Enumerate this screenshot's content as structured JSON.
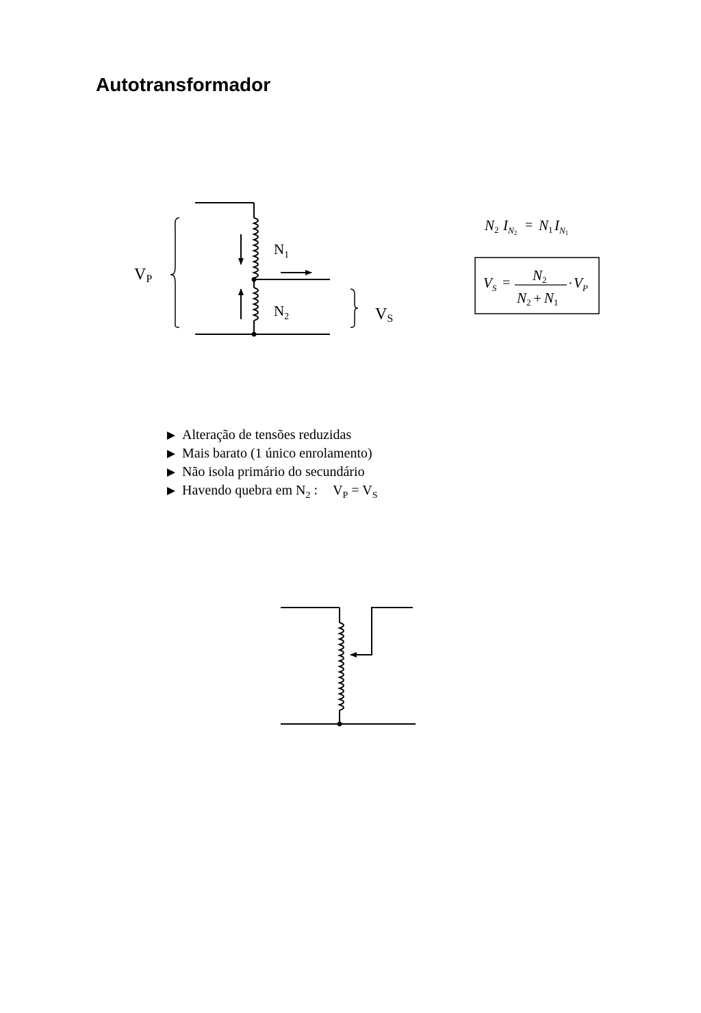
{
  "title": "Autotransformador",
  "diagram1": {
    "labels": {
      "n1": "N",
      "n1_sub": "1",
      "n2": "N",
      "n2_sub": "2",
      "vp": "V",
      "vp_sub": "P",
      "vs": "V",
      "vs_sub": "S"
    }
  },
  "equations": {
    "current": {
      "n2": "N",
      "n2_sub": "2",
      "i": "I",
      "i_sub": "N",
      "i_sub_sub": "2",
      "eq": "=",
      "n1": "N",
      "n1_sub": "1",
      "i2": "I",
      "i2_sub": "N",
      "i2_sub_sub": "1"
    },
    "voltage": {
      "vs": "V",
      "vs_sub": "S",
      "eq": "=",
      "num": "N",
      "num_sub": "2",
      "den_a": "N",
      "den_a_sub": "2",
      "plus": "+",
      "den_b": "N",
      "den_b_sub": "1",
      "dot": "·",
      "vp": "V",
      "vp_sub": "P"
    }
  },
  "bullets": [
    {
      "text": "Alteração de tensões reduzidas"
    },
    {
      "text": "Mais barato (1 único enrolamento)"
    },
    {
      "text": "Não isola primário do secundário"
    },
    {
      "text": "Havendo quebra em N",
      "sub": "2",
      "tail": " :",
      "v1": "V",
      "v1_sub": "P",
      "eq": " = ",
      "v2": "V",
      "v2_sub": "S"
    }
  ]
}
